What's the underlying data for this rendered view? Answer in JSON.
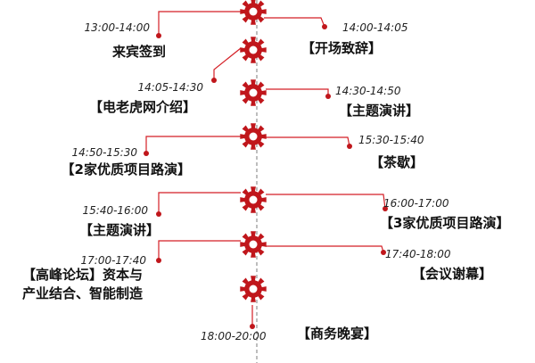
{
  "colors": {
    "accent": "#c0161b",
    "line": "#d41f26",
    "timeline": "#9a9a9a",
    "text": "#111111"
  },
  "icons": {
    "node": "gear-icon",
    "endpoint": "dot-icon"
  },
  "schedule": [
    {
      "time": "13:00-14:00",
      "title": "来宾签到"
    },
    {
      "time": "14:00-14:05",
      "title": "【开场致辞】"
    },
    {
      "time": "14:05-14:30",
      "title": "【电老虎网介绍】"
    },
    {
      "time": "14:30-14:50",
      "title": "【主题演讲】"
    },
    {
      "time": "14:50-15:30",
      "title": "【2家优质项目路演】"
    },
    {
      "time": "15:30-15:40",
      "title": "【茶歇】"
    },
    {
      "time": "15:40-16:00",
      "title": "【主题演讲】"
    },
    {
      "time": "16:00-17:00",
      "title": "【3家优质项目路演】"
    },
    {
      "time": "17:00-17:40",
      "title_lines": [
        "【高峰论坛】资本与",
        "产业结合、智能制造"
      ]
    },
    {
      "time": "17:40-18:00",
      "title": "【会议谢幕】"
    },
    {
      "time": "18:00-20:00",
      "title": "【商务晚宴】"
    }
  ]
}
